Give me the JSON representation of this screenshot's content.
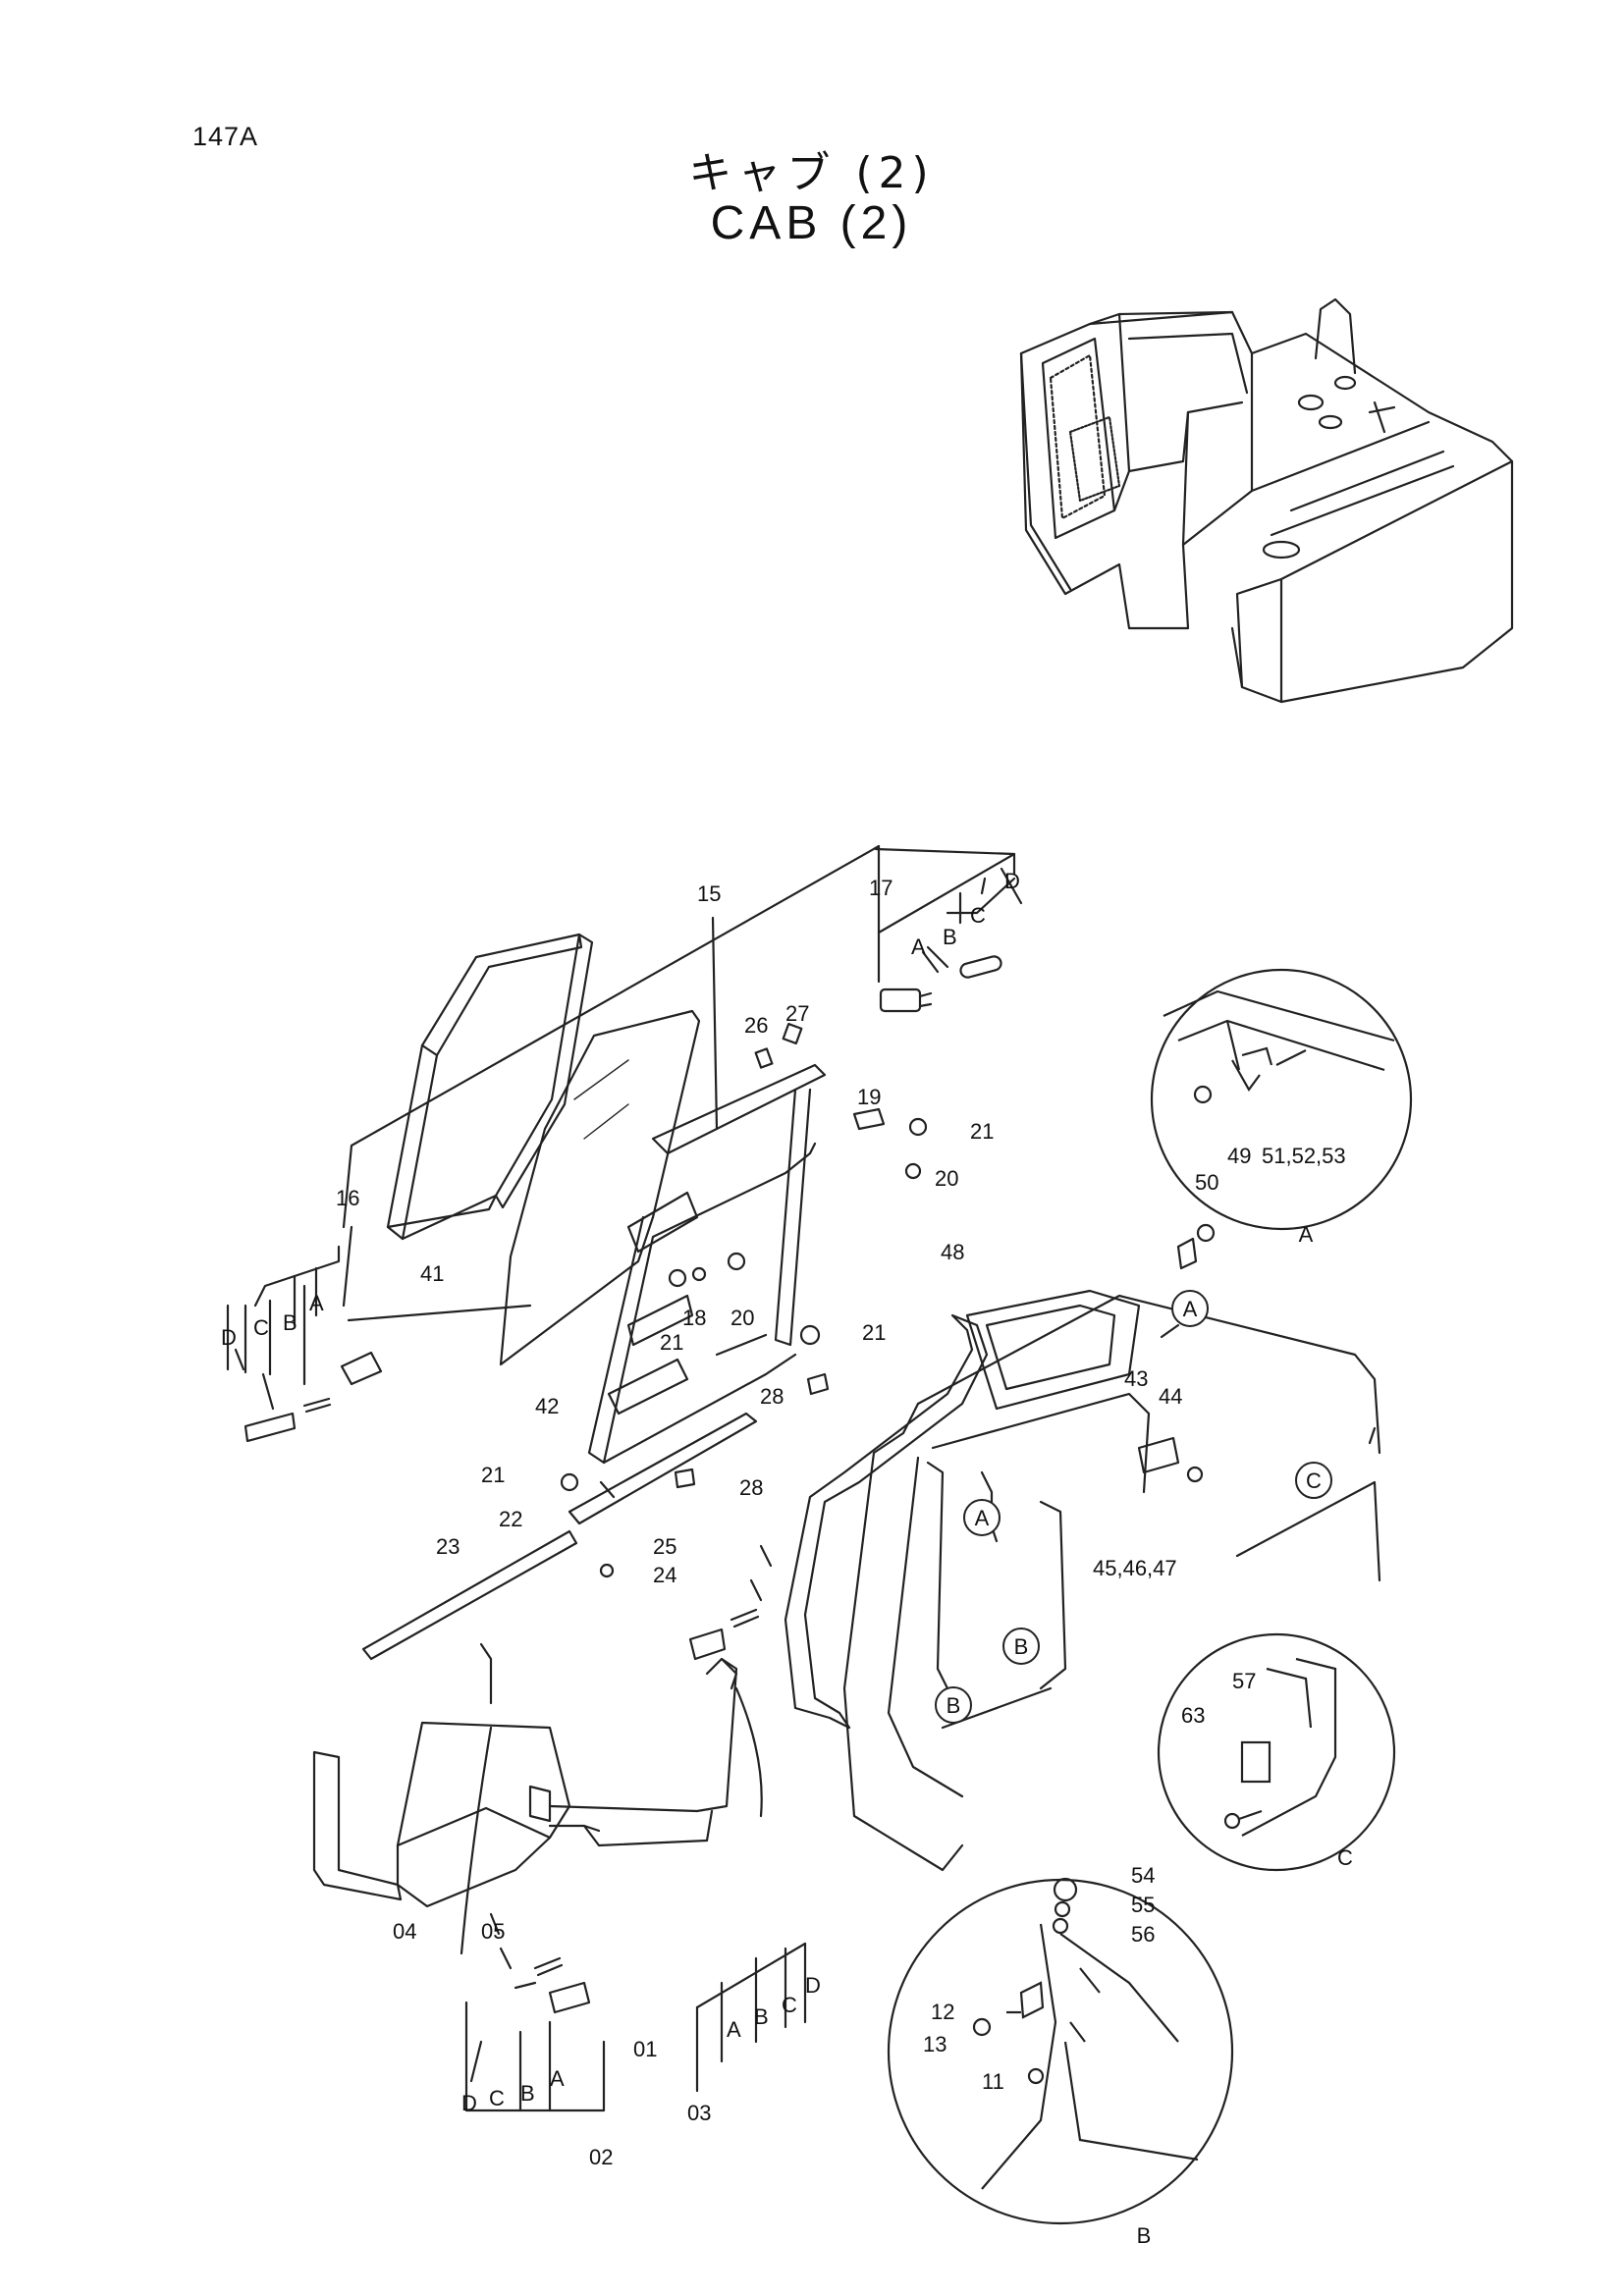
{
  "page": {
    "number": "147A"
  },
  "title": {
    "ja": "キャブ (2)",
    "en": "CAB (2)"
  },
  "callouts": {
    "p01": "01",
    "p02": "02",
    "p03": "03",
    "p04": "04",
    "p05": "05",
    "p11": "11",
    "p12": "12",
    "p13": "13",
    "p15": "15",
    "p16": "16",
    "p17": "17",
    "p18": "18",
    "p19": "19",
    "p20": "20",
    "p21": "21",
    "p22": "22",
    "p23": "23",
    "p24": "24",
    "p25": "25",
    "p26": "26",
    "p27": "27",
    "p28": "28",
    "p41": "41",
    "p42": "42",
    "p43": "43",
    "p44": "44",
    "p45_47": "45,46,47",
    "p48": "48",
    "p49": "49",
    "p50": "50",
    "p51_53": "51,52,53",
    "p54": "54",
    "p55": "55",
    "p56": "56",
    "p57": "57",
    "p63": "63"
  },
  "subparts": {
    "a": "A",
    "b": "B",
    "c": "C",
    "d": "D"
  },
  "detail_views": {
    "a": "A",
    "b": "B",
    "c": "C"
  }
}
